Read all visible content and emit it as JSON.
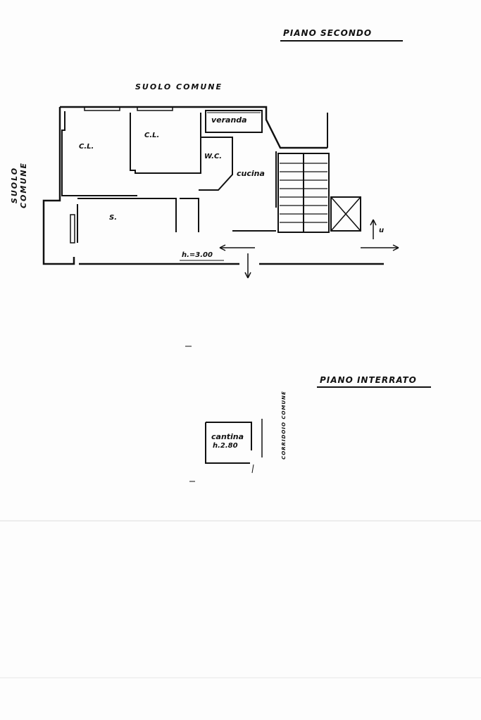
{
  "plans": {
    "second_floor": {
      "title": "PIANO SECONDO",
      "label_top": "SUOLO COMUNE",
      "label_left": "SUOLO COMUNE",
      "rooms": {
        "cl1": "C.L.",
        "cl2": "C.L.",
        "wc": "W.C.",
        "veranda": "veranda",
        "kitchen": "cucina",
        "soggiorno": "S."
      },
      "height_note": "h.=3.00",
      "stair_marker": "u"
    },
    "basement": {
      "title": "PIANO INTERRATO",
      "room": "cantina",
      "height_note": "h.2.80",
      "corridor_label": "CORRIDOIO COMUNE"
    }
  },
  "colors": {
    "ink": "#111111",
    "paper": "#fdfdfd"
  }
}
